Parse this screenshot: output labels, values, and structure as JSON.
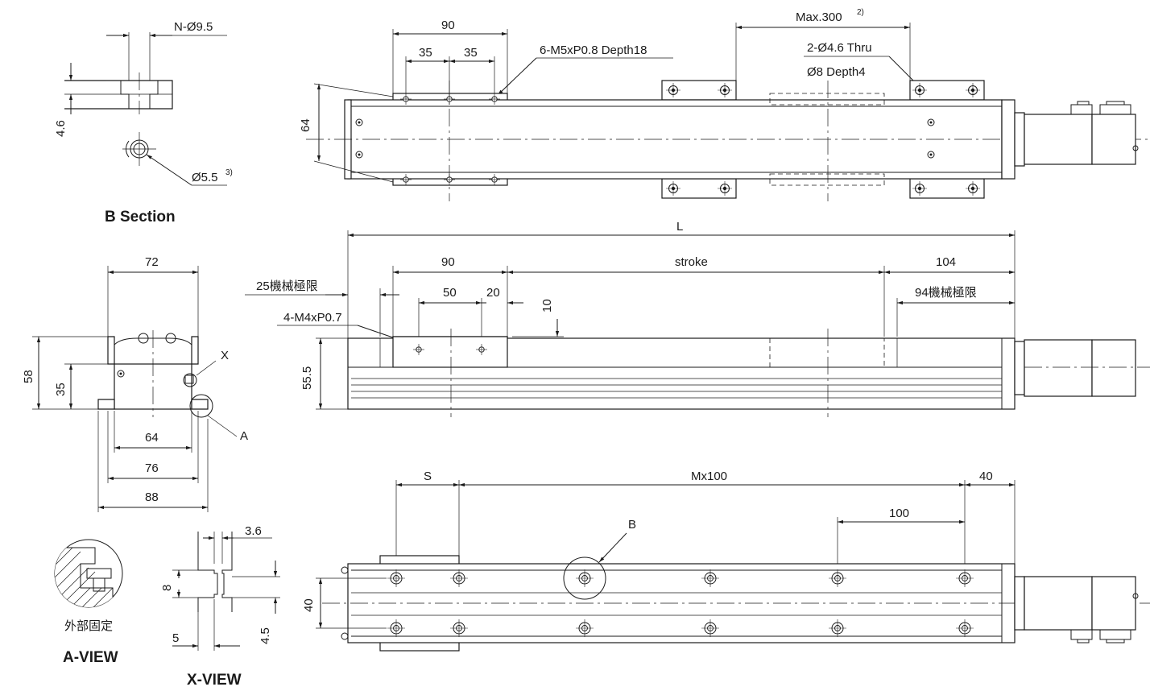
{
  "titles": {
    "b_section": "B Section",
    "a_view": "A-VIEW",
    "x_view": "X-VIEW",
    "a_view_caption": "外部固定"
  },
  "b_section": {
    "hole": "N-Ø9.5",
    "depth": "4.6",
    "hole2": "Ø5.5",
    "hole2_note": "3)"
  },
  "top_view": {
    "pitch_total": "90",
    "pitch_a": "35",
    "pitch_b": "35",
    "thread": "6-M5xP0.8 Depth18",
    "max_span": "Max.300",
    "max_note": "2)",
    "thru_hole": "2-Ø4.6 Thru",
    "cbore": "Ø8 Depth4",
    "height": "64"
  },
  "side_view": {
    "length": "L",
    "carriage": "90",
    "stroke": "stroke",
    "end": "104",
    "mech_left": "25機械極限",
    "mech_right": "94機械極限",
    "tap_pitch": "50",
    "tap_offset": "20",
    "tap_depth": "10",
    "tap": "4-M4xP0.7",
    "height": "55.5"
  },
  "end_view": {
    "top_width": "72",
    "height": "58",
    "axis_height": "35",
    "inner_width": "64",
    "rail_width": "76",
    "base_width": "88",
    "label_x": "X",
    "label_a": "A"
  },
  "x_view": {
    "gap": "3.6",
    "slot": "8",
    "offset": "5",
    "depth": "4.5"
  },
  "bottom_view": {
    "start": "S",
    "pitch": "Mx100",
    "end": "40",
    "spacing": "100",
    "label_b": "B",
    "width": "40"
  }
}
